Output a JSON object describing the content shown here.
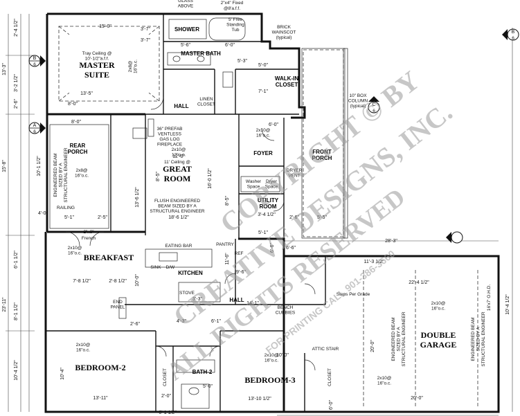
{
  "rooms": {
    "master_suite": "MASTER\nSUITE",
    "great_room": "GREAT\nROOM",
    "breakfast": "BREAKFAST",
    "bedroom2": "BEDROOM-2",
    "bedroom3": "BEDROOM-3",
    "double_garage": "DOUBLE\nGARAGE",
    "shower": "SHOWER",
    "master_bath": "MASTER BATH",
    "walkin_closet": "WALK-IN\nCLOSET",
    "rear_porch": "REAR\nPORCH",
    "foyer": "FOYER",
    "front_porch": "FRONT\nPORCH",
    "utility_room": "UTILITY\nROOM",
    "kitchen": "KITCHEN",
    "bath2": "BATH-2",
    "hall_top": "HALL",
    "hall_mid": "HALL",
    "pantry": "PANTRY",
    "linen_closet": "LINEN\nCLOSET",
    "closet_b2": "CLOSET",
    "closet_b3": "CLOSET"
  },
  "notes": {
    "glass_above": "GLASS\nABOVE",
    "fixed_top": "2\"x4\" Fixed",
    "fixed_top2": "@8'a.f.f.",
    "free_standing_tub": "5' Free\nStanding\nTub",
    "brick_wainscot": "BRICK\nWAINSCOT\n(typical)",
    "tray_ceiling": "Tray Ceiling @\n10'-1/2\"a.f.f.",
    "joist_master": "2x8@\n16\"o.c.",
    "fireplace": "36\" PREFAB\nVENTLESS\nGAS LOG\nFIREPLACE",
    "ceiling_great": "2x10@\n12\"o.c.",
    "ceiling_height": "11' Ceiling @\n",
    "flush_beam": "FLUSH ENGINEERED\nBEAM SIZED BY A\nSTRUCTURAL ENGINEER",
    "engineered_beam_porch": "ENGINEERED BEAM\nSIZED BY A\nSTRUCTURAL ENGINEER",
    "porch_joist": "2x8@\n16\"o.c.",
    "railing": "RAILING",
    "box_column": "10\" BOX\nCOLUMN\n(typical)",
    "washer_space": "Washer\nSpace",
    "dryer_space": "Dryer\nSpace",
    "dryer_vent": "DRYER\nVENT",
    "eating_bar": "EATING BAR",
    "sink": "SINK",
    "dw": "D/W",
    "ref": "REF",
    "stove": "STOVE",
    "end_panel": "END\nPANEL",
    "french": "French",
    "french_size": "2\"x6\"",
    "bench_cubbies": "BENCH\nCUBBIES",
    "steps_per_grade": "Steps Per Grade",
    "attic_stair": "ATTIC STAIR",
    "garage_beam": "ENGINEERED BEAM\nSIZED BY A\nSTRUCTURAL ENGINEER",
    "garage_joist": "2x10@\n16\"o.c.",
    "ohd": "16'x7' O.H.D.",
    "joist_b2": "2x10@\n16\"o.c.",
    "joist_b3": "2x10@\n16\"o.c.",
    "joist_bfast": "2x10@\n16\"o.c.",
    "joist_foyer": "2x10@\n16\"o.c."
  },
  "dimensions": {
    "ms_width": "15'-0\"",
    "ms_depth": "13'-5\"",
    "ms_side": "3'-7\"",
    "bath_1": "5'-6\"",
    "bath_2": "6'-0\"",
    "bath_3": "5'-3\"",
    "closet_1": "5'-0\"",
    "closet_2": "7'-1\"",
    "rear_porch_w": "8'-0\"",
    "rear_porch_d": "10'-1 1/2\"",
    "great_w": "12'-0\"",
    "great_total": "18'-6 1/2\"",
    "great_h": "13'-6 1/2\"",
    "great_v": "16'-0 1/2\"",
    "foyer_w": "6'-0\"",
    "foyer_d": "8'-5\"",
    "utility_w": "3'-4 1/2\"",
    "utility_d": "6'-6\"",
    "porch_w": "5'-5\"",
    "porch_d": "2'-6\"",
    "breakfast_w": "7'-8 1/2\"",
    "breakfast_2": "2'-8 1/2\"",
    "kitchen_d": "10'-0\"",
    "kitchen_w": "3'-3\"",
    "hall_w": "14'-1\"",
    "b2_w": "13'-11\"",
    "b2_d": "10'-4\"",
    "b3_w": "13'-10 1/2\"",
    "b3_d": "10'-0\"",
    "garage_w": "22'-4 1/2\"",
    "garage_d": "20'-0\"",
    "garage_d2": "20'-0\"",
    "garage_side": "11'-3 1/2\"",
    "garage_top": "28'-3\"",
    "garage_right": "10'-4 1/2\"",
    "bath2_w": "6'-1 1/2\"",
    "bath2_d": "5'-0\"",
    "stair_w": "6'-0\"",
    "left_1": "13'-3\"",
    "left_2": "15'-8\"",
    "left_3": "23'-11\"",
    "left_4": "10'-4 1/2\"",
    "left_5": "6'-1 1/2\"",
    "left_6": "8'-1 1/2\"",
    "left_7": "2'-6\"",
    "left_8": "3'-2 1/2\"",
    "right_top": "2'-4 1/2\"",
    "right_r": "5'-1\"",
    "porch_small": "5'-1\"",
    "porch_small2": "2'-5\"",
    "porch_small3": "4'-0\"",
    "misc_1": "3'-7\"",
    "misc_2": "9'-6\"",
    "misc_3": "11'-6\"",
    "misc_4": "8'-5\"",
    "misc_5": "2'-6\"",
    "misc_6": "4'-3\"",
    "misc_7": "8'-0\"",
    "misc_8": "2'-0\"",
    "misc_9": "6'-6\"",
    "misc_10": "6'-1\""
  },
  "section_markers": {
    "a_left": "A",
    "a_left_sub": "6",
    "b_left": "B",
    "b_left_sub": "6",
    "b_right": "B",
    "b_right_sub": "6",
    "c_right": "C",
    "c_right_sub": "6"
  },
  "watermark": {
    "line1": "COPYRIGHT © BY",
    "line2": "CREATIVE DESIGNS, INC.",
    "line3": "ALL RIGHTS RESERVED",
    "line4": "FOR PRINTING CALL 901-386-3660"
  }
}
